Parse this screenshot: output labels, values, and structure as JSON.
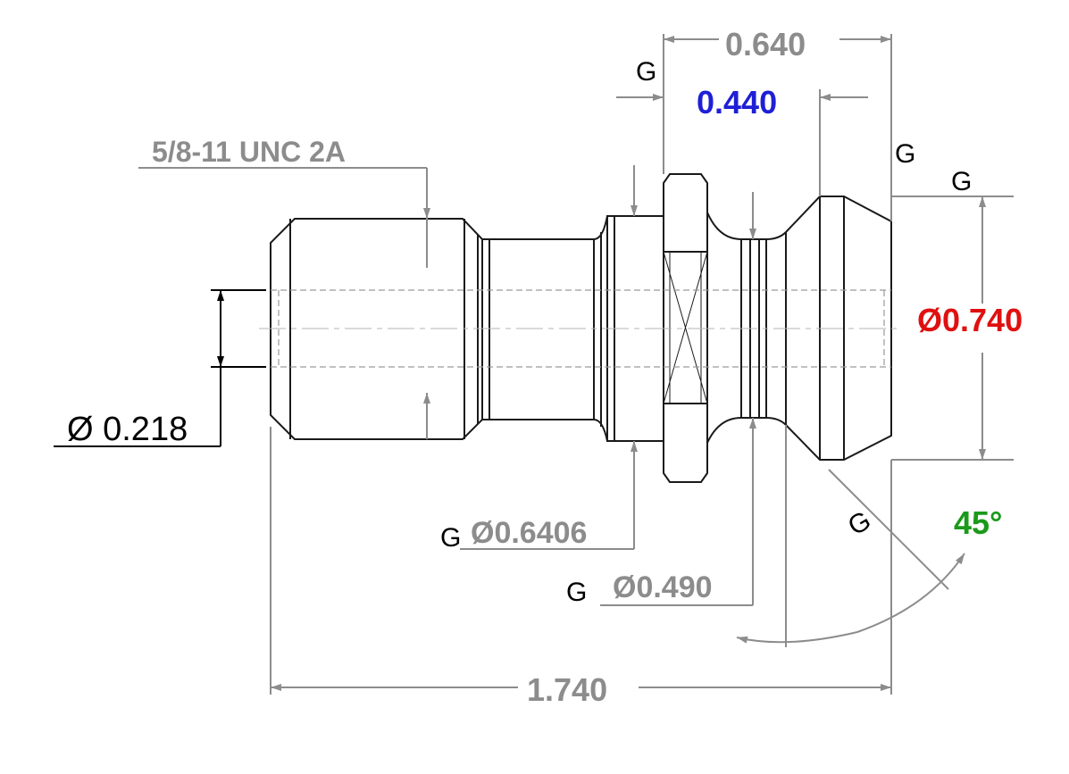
{
  "colors": {
    "outline": "#1a1a1a",
    "dimension": "#8c8c8c",
    "hidden_line": "#9a9a9a",
    "blue": "#1f1fd6",
    "red": "#e01010",
    "green": "#1a9a1a",
    "black": "#000000"
  },
  "dimensions": {
    "thread": "5/8-11 UNC 2A",
    "bore_dia": "Ø 0.218",
    "flange_length": "0.640",
    "head_length": "0.440",
    "head_dia": "Ø0.740",
    "flange_dia": "Ø0.6406",
    "neck_dia": "Ø0.490",
    "overall_length": "1.740",
    "chamfer_angle": "45°"
  },
  "ground_markers": [
    "G",
    "G",
    "G",
    "G",
    "G",
    "G"
  ]
}
